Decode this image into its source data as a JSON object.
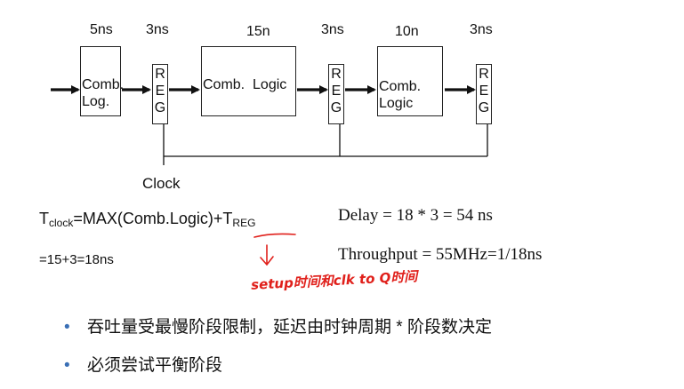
{
  "pipeline": {
    "timings": [
      "5ns",
      "3ns",
      "15n\ns",
      "3ns",
      "10n\ns",
      "3ns"
    ],
    "comb_blocks": [
      "Comb.\nLog.",
      "Comb.  Logic",
      "Comb.\nLogic"
    ],
    "reg_label": "R\nE\nG",
    "clock_label": "Clock"
  },
  "formula": {
    "t_prefix": "T",
    "t_sub": "clock",
    "middle": "=MAX(Comb.Logic)+T",
    "reg_sub": "REG",
    "result": "=15+3=18ns"
  },
  "stats": {
    "delay": "Delay = 18 * 3 = 54 ns",
    "throughput": "Throughput = 55MHz=1/18ns"
  },
  "handwritten_note": "setup时间和clk to Q时间",
  "bullets": [
    "吞吐量受最慢阶段限制，延迟由时钟周期 * 阶段数决定",
    "必须尝试平衡阶段"
  ],
  "colors": {
    "bullet": "#3a6fb5",
    "annotation": "#e0201b"
  }
}
